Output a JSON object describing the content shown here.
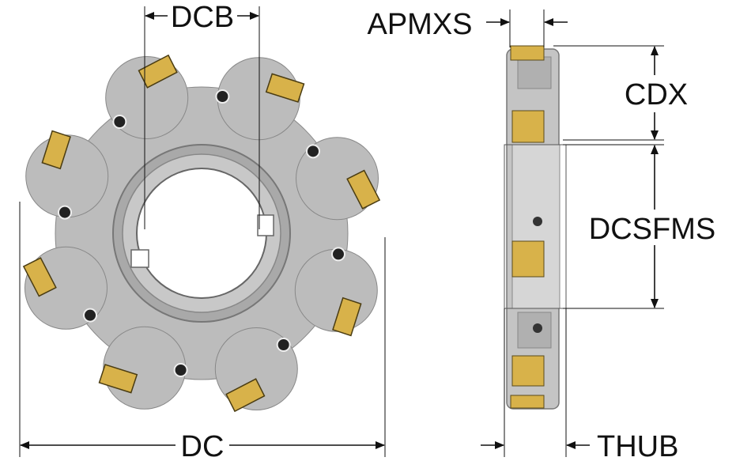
{
  "labels": {
    "dcb": "DCB",
    "dc": "DC",
    "apmxs": "APMXS",
    "cdx": "CDX",
    "dcsfms": "DCSFMS",
    "thub": "THUB"
  },
  "colors": {
    "body": "#bcbcbc",
    "body_dark": "#8d8d8d",
    "insert": "#d8b24a",
    "line": "#111111"
  },
  "insert_count": 8
}
